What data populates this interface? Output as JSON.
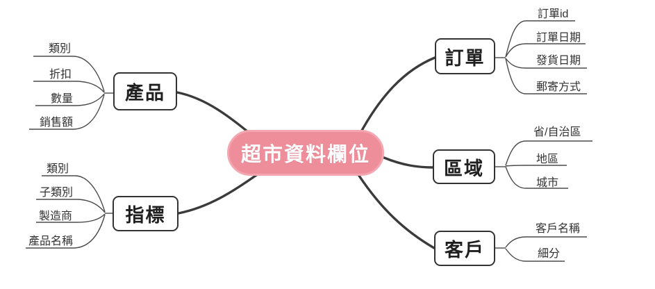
{
  "center": {
    "label": "超市資料欄位"
  },
  "branches": [
    {
      "id": "product",
      "label": "產品",
      "leaves": [
        "類別",
        "折扣",
        "數量",
        "銷售額"
      ]
    },
    {
      "id": "metric",
      "label": "指標",
      "leaves": [
        "類別",
        "子類別",
        "製造商",
        "產品名稱"
      ]
    },
    {
      "id": "order",
      "label": "訂單",
      "leaves": [
        "訂單id",
        "訂單日期",
        "發貨日期",
        "郵寄方式"
      ]
    },
    {
      "id": "region",
      "label": "區域",
      "leaves": [
        "省/自治區",
        "地區",
        "城市"
      ]
    },
    {
      "id": "customer",
      "label": "客戶",
      "leaves": [
        "客戶名稱",
        "細分"
      ]
    }
  ],
  "colors": {
    "background": "#ffffff",
    "center_bg": "#ef8e9b",
    "center_border": "#f3a6b0",
    "center_text": "#ffffff",
    "connector": "#3b3b3b",
    "leaf_line": "#4a4a4a",
    "leaf_text": "#323232",
    "node_bg": "#ffffff",
    "node_border": "#333333",
    "text": "#1f1f1f"
  }
}
